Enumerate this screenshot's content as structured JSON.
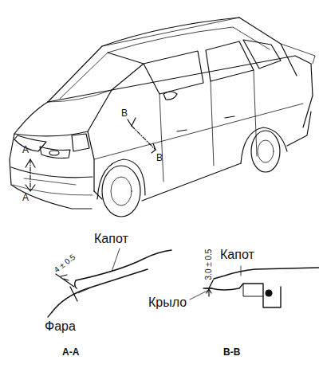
{
  "diagram": {
    "labels": [
      "A",
      "A",
      "B",
      "B",
      "Капот",
      "4 ± 0.5",
      "Фара",
      "A-A",
      "Капот",
      "3.0 ± 0.5",
      "Крыло",
      "B-B"
    ]
  }
}
